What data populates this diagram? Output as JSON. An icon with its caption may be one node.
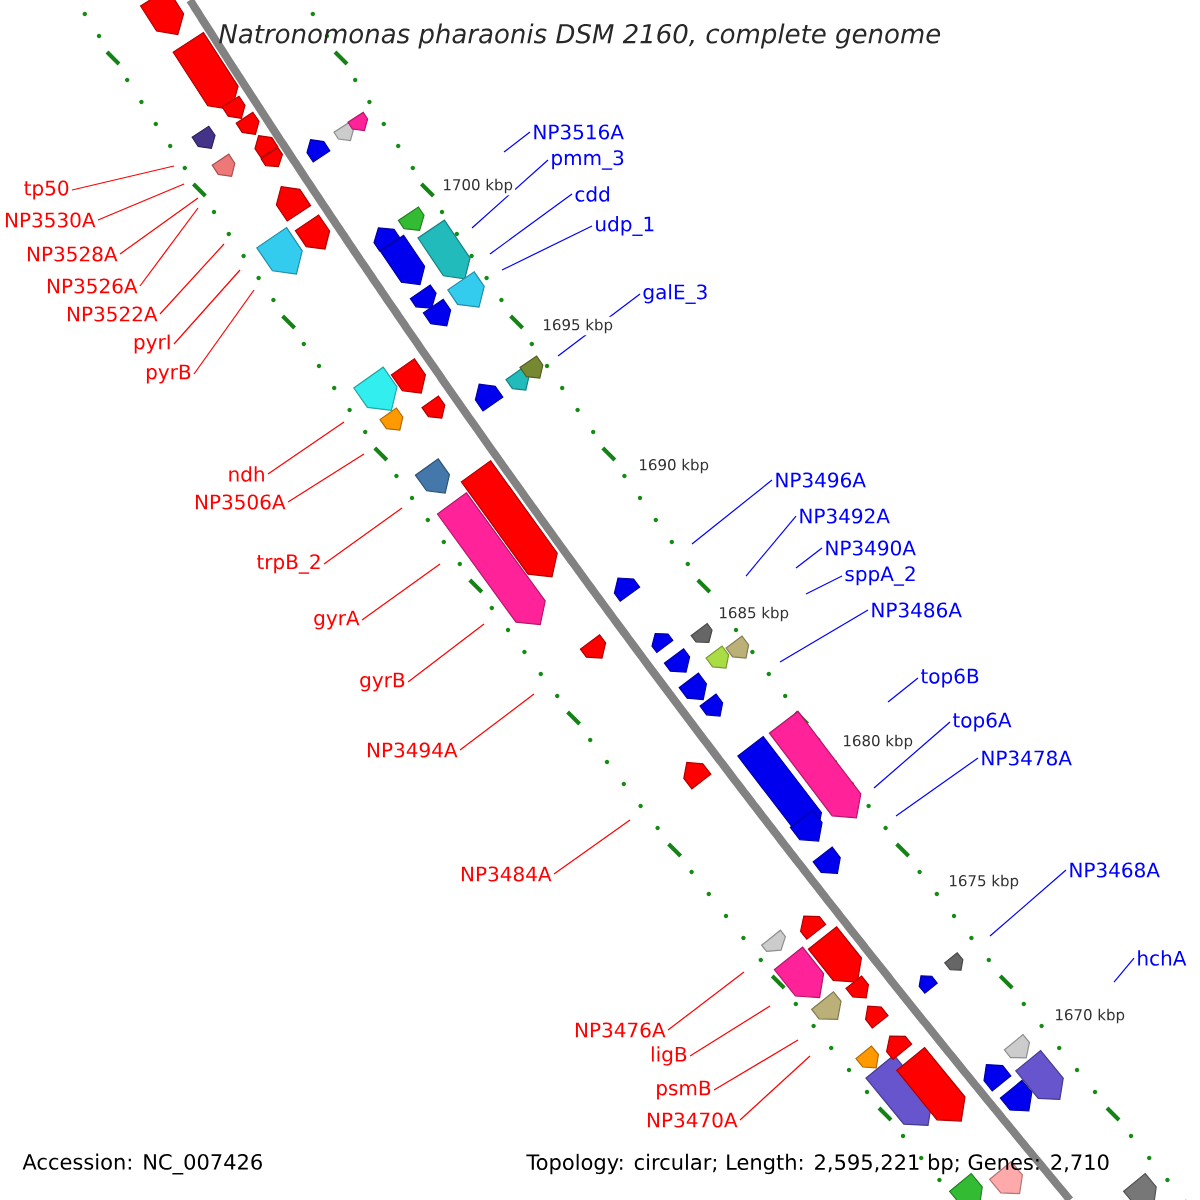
{
  "diagram": {
    "title": "*Natronomonas pharaonis* DSM 2160, complete genome",
    "nodes": [
      {
        "text": [
          "tp50"
        ]
      },
      {
        "text": [
          "NP3530A"
        ]
      },
      {
        "text": [
          "NP3528A"
        ]
      },
      {
        "text": [
          "NP3526A"
        ]
      },
      {
        "text": [
          "NP3522A"
        ]
      },
      {
        "text": [
          "pyrI"
        ]
      },
      {
        "text": [
          "pyrB"
        ]
      },
      {
        "text": [
          "ndh"
        ]
      },
      {
        "text": [
          "NP3506A"
        ]
      },
      {
        "text": [
          "trpB_2"
        ]
      },
      {
        "text": [
          "gyrA"
        ]
      },
      {
        "text": [
          "gyrB"
        ]
      },
      {
        "text": [
          "NP3494A"
        ]
      },
      {
        "text": [
          "NP3484A"
        ]
      },
      {
        "text": [
          "NP3476A"
        ]
      },
      {
        "text": [
          "ligB"
        ]
      },
      {
        "text": [
          "psmB"
        ]
      },
      {
        "text": [
          "NP3470A"
        ]
      },
      {
        "text": [
          "NP3516A"
        ]
      },
      {
        "text": [
          "pmm_3"
        ]
      },
      {
        "text": [
          "cdd"
        ]
      },
      {
        "text": [
          "udp_1"
        ]
      },
      {
        "text": [
          "galE_3"
        ]
      },
      {
        "text": [
          "NP3496A"
        ]
      },
      {
        "text": [
          "NP3492A"
        ]
      },
      {
        "text": [
          "NP3490A"
        ]
      },
      {
        "text": [
          "sppA_2"
        ]
      },
      {
        "text": [
          "NP3486A"
        ]
      },
      {
        "text": [
          "top6B"
        ]
      },
      {
        "text": [
          "top6A"
        ]
      },
      {
        "text": [
          "NP3478A"
        ]
      },
      {
        "text": [
          "NP3468A"
        ]
      },
      {
        "text": [
          "hchA"
        ]
      }
    ],
    "edges": [
      {
        "from": 0,
        "to": null,
        "arrow": "none"
      },
      {
        "from": 1,
        "to": null,
        "arrow": "none"
      },
      {
        "from": 2,
        "to": null,
        "arrow": "none"
      },
      {
        "from": 3,
        "to": null,
        "arrow": "none"
      },
      {
        "from": 4,
        "to": null,
        "arrow": "none"
      },
      {
        "from": 5,
        "to": null,
        "arrow": "none"
      },
      {
        "from": 6,
        "to": null,
        "arrow": "none"
      },
      {
        "from": 7,
        "to": null,
        "arrow": "none"
      },
      {
        "from": 8,
        "to": null,
        "arrow": "none"
      },
      {
        "from": 9,
        "to": null,
        "arrow": "none"
      },
      {
        "from": 10,
        "to": null,
        "arrow": "none"
      },
      {
        "from": 11,
        "to": null,
        "arrow": "none"
      },
      {
        "from": 12,
        "to": null,
        "arrow": "none"
      },
      {
        "from": 13,
        "to": null,
        "arrow": "none"
      },
      {
        "from": 14,
        "to": null,
        "arrow": "none"
      },
      {
        "from": 15,
        "to": null,
        "arrow": "none"
      },
      {
        "from": 16,
        "to": null,
        "arrow": "none"
      },
      {
        "from": 17,
        "to": null,
        "arrow": "none"
      },
      {
        "from": 18,
        "to": null,
        "arrow": "none",
        "color": "#0000ff"
      },
      {
        "from": 19,
        "to": null,
        "arrow": "none",
        "color": "#0000ff"
      },
      {
        "from": 20,
        "to": null,
        "arrow": "none",
        "color": "#0000ff"
      },
      {
        "from": 21,
        "to": null,
        "arrow": "none",
        "color": "#0000ff"
      },
      {
        "from": 22,
        "to": null,
        "arrow": "none",
        "color": "#0000ff"
      },
      {
        "from": 23,
        "to": null,
        "arrow": "none",
        "color": "#0000ff"
      },
      {
        "from": 24,
        "to": null,
        "arrow": "none",
        "color": "#0000ff"
      },
      {
        "from": 25,
        "to": null,
        "arrow": "none",
        "color": "#0000ff"
      },
      {
        "from": 26,
        "to": null,
        "arrow": "none",
        "color": "#0000ff"
      },
      {
        "from": 27,
        "to": null,
        "arrow": "none",
        "color": "#0000ff"
      },
      {
        "from": 28,
        "to": null,
        "arrow": "none",
        "color": "#0000ff"
      },
      {
        "from": 29,
        "to": null,
        "arrow": "none",
        "color": "#0000ff"
      },
      {
        "from": 30,
        "to": null,
        "arrow": "none",
        "color": "#0000ff"
      },
      {
        "from": 31,
        "to": null,
        "arrow": "none",
        "color": "#0000ff"
      },
      {
        "from": 32,
        "to": null,
        "arrow": "none",
        "color": "#0000ff"
      }
    ],
    "labels": [
      "1700 kbp",
      "1695 kbp",
      "1690 kbp",
      "1685 kbp",
      "1680 kbp",
      "1675 kbp",
      "1670 kbp",
      "Accession: NC_007426",
      "Topology: circular; Length: 2,595,221 bp; Genes: 2,710"
    ]
  }
}
